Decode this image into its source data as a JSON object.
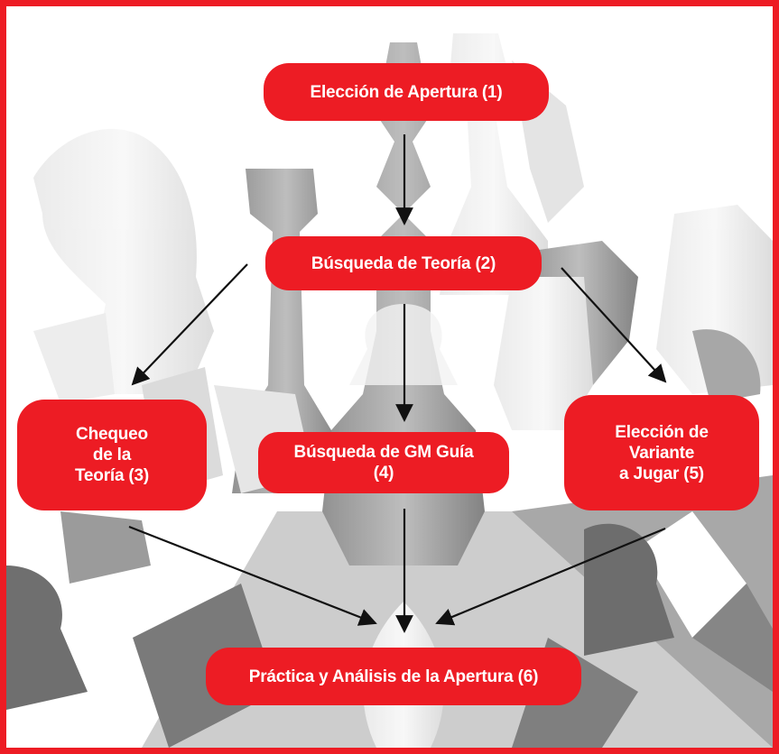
{
  "diagram": {
    "nodes": [
      {
        "id": "n1",
        "label": "Elección de Apertura (1)"
      },
      {
        "id": "n2",
        "label": "Búsqueda de Teoría (2)"
      },
      {
        "id": "n3",
        "label": "Chequeo\nde la\nTeoría (3)"
      },
      {
        "id": "n4",
        "label": "Búsqueda de GM Guía\n(4)"
      },
      {
        "id": "n5",
        "label": "Elección de\nVariante\na Jugar (5)"
      },
      {
        "id": "n6",
        "label": "Práctica y Análisis de la Apertura (6)"
      }
    ],
    "edges": [
      {
        "from": "n1",
        "to": "n2"
      },
      {
        "from": "n2",
        "to": "n3"
      },
      {
        "from": "n2",
        "to": "n4"
      },
      {
        "from": "n2",
        "to": "n5"
      },
      {
        "from": "n3",
        "to": "n6"
      },
      {
        "from": "n4",
        "to": "n6"
      },
      {
        "from": "n5",
        "to": "n6"
      }
    ],
    "colors": {
      "node_fill": "#ed1c24",
      "node_text": "#ffffff",
      "frame": "#ed1c24",
      "arrow": "#111111",
      "background_pieces": "#9a9a9a"
    },
    "background": "chess-pieces-illustration"
  }
}
